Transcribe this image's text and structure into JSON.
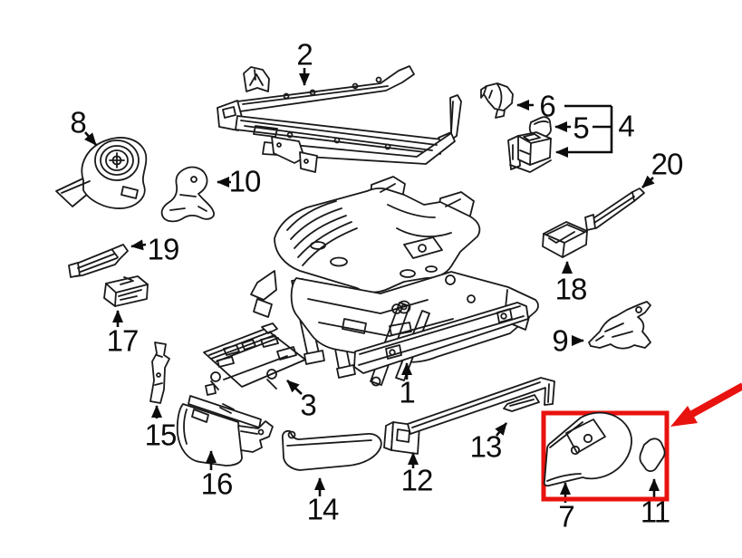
{
  "image_type": "exploded parts diagram of vehicle seat components",
  "background_color": "#ffffff",
  "line_color": "#1a1a1a",
  "annotation": {
    "highlight_color": "#e8120e",
    "highlight_shape": "rectangle",
    "highlighted_parts": [
      "7",
      "11"
    ],
    "pointer": "red arrow from top-right edge pointing at highlight box"
  },
  "parts": {
    "p1": {
      "label": "1"
    },
    "p2": {
      "label": "2"
    },
    "p3": {
      "label": "3"
    },
    "p4": {
      "label": "4"
    },
    "p5": {
      "label": "5"
    },
    "p6": {
      "label": "6"
    },
    "p7": {
      "label": "7"
    },
    "p8": {
      "label": "8"
    },
    "p9": {
      "label": "9"
    },
    "p10": {
      "label": "10"
    },
    "p11": {
      "label": "11"
    },
    "p12": {
      "label": "12"
    },
    "p13": {
      "label": "13"
    },
    "p14": {
      "label": "14"
    },
    "p15": {
      "label": "15"
    },
    "p16": {
      "label": "16"
    },
    "p17": {
      "label": "17"
    },
    "p18": {
      "label": "18"
    },
    "p19": {
      "label": "19"
    },
    "p20": {
      "label": "20"
    }
  }
}
